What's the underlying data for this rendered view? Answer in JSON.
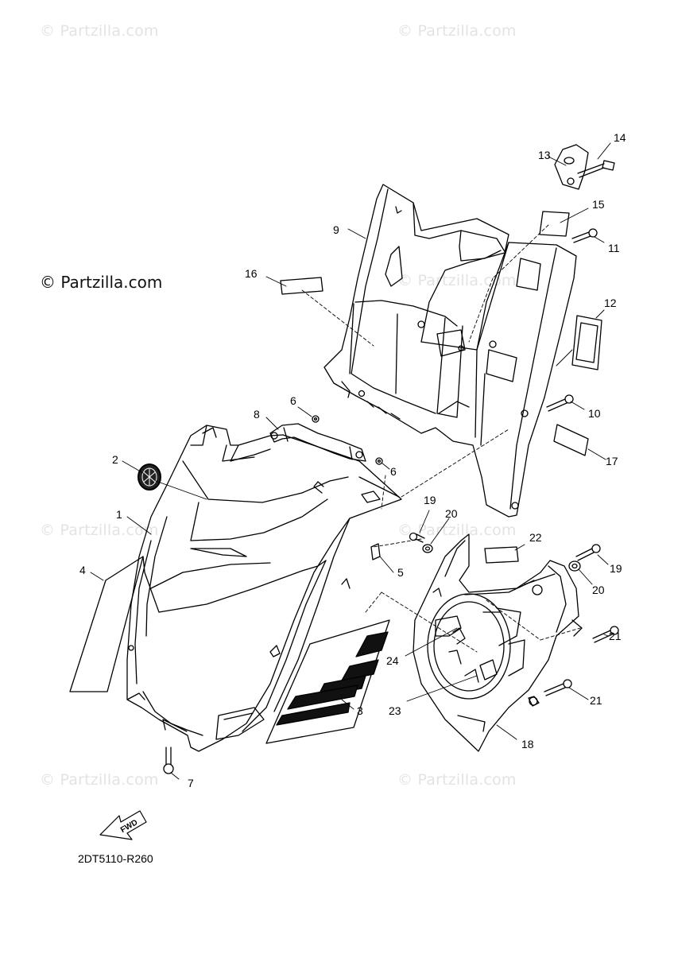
{
  "watermark": {
    "text": "© Partzilla.com",
    "text_prominent": "© Partzilla.com"
  },
  "diagram": {
    "code": "2DT5110-R260",
    "fwd_label": "FWD",
    "callouts": {
      "p1": "1",
      "p2": "2",
      "p3": "3",
      "p4": "4",
      "p5": "5",
      "p6a": "6",
      "p6b": "6",
      "p7": "7",
      "p8": "8",
      "p9": "9",
      "p10": "10",
      "p11": "11",
      "p12": "12",
      "p13": "13",
      "p14": "14",
      "p15": "15",
      "p16": "16",
      "p17": "17",
      "p18": "18",
      "p19a": "19",
      "p19b": "19",
      "p20a": "20",
      "p20b": "20",
      "p21a": "21",
      "p21b": "21",
      "p22": "22",
      "p23": "23",
      "p24": "24"
    }
  }
}
